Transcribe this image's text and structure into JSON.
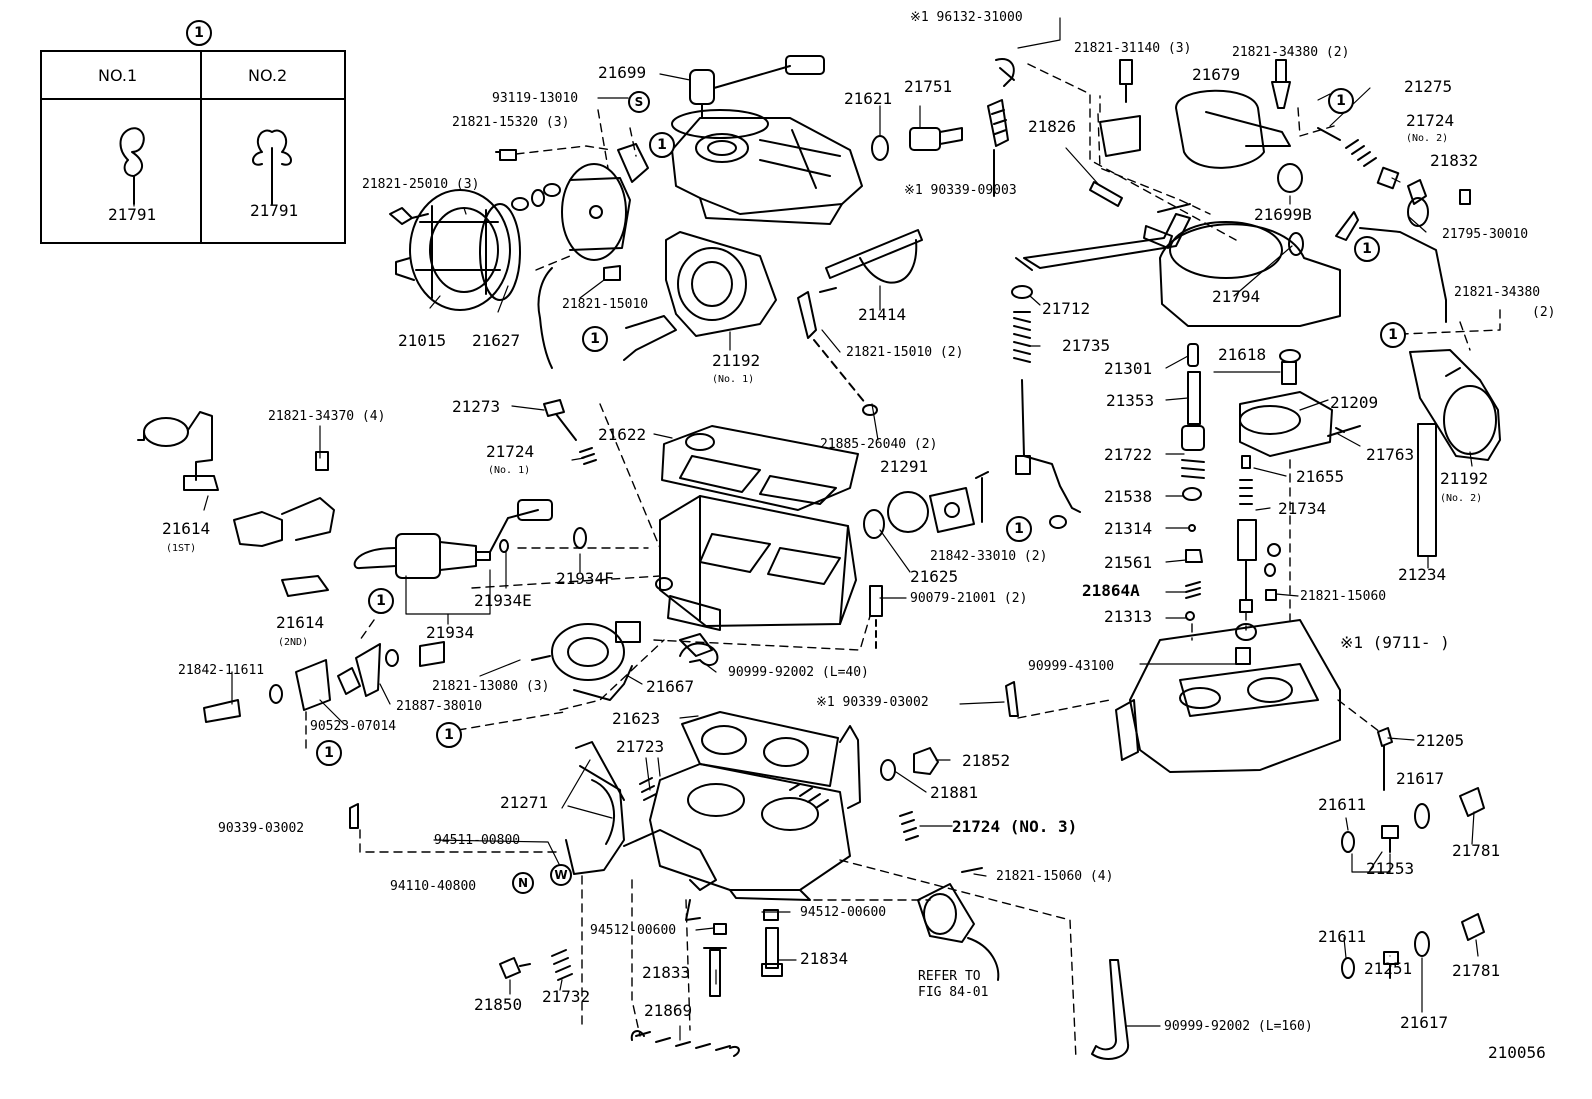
{
  "legend": {
    "marker": "1",
    "col1_header": "NO.1",
    "col2_header": "NO.2",
    "col1_part": "21791",
    "col2_part": "21791"
  },
  "markers": {
    "circle_one": "1",
    "s_mark": "S",
    "n_mark": "N",
    "w_mark": "W"
  },
  "note_mark": "※1 (9711-      )",
  "refer": [
    "REFER TO",
    "FIG 84-01"
  ],
  "figure_number": "210056",
  "labels": {
    "p96132": "※1 96132-31000",
    "p21699": "21699",
    "p93119": "93119-13010",
    "p21821_15320": "21821-15320 (3)",
    "p21621": "21621",
    "p21751": "21751",
    "p90339_09003": "※1 90339-09003",
    "p21821_31140": "21821-31140 (3)",
    "p21821_34380a": "21821-34380 (2)",
    "p21679": "21679",
    "p21275": "21275",
    "p21724_2": "21724",
    "p21724_2s": "(No. 2)",
    "p21832": "21832",
    "p21826": "21826",
    "p21699B": "21699B",
    "p21795": "21795-30010",
    "p21821_25010": "21821-25010 (3)",
    "p21821_15010": "21821-15010",
    "p21015": "21015",
    "p21627": "21627",
    "p21192a": "21192",
    "p21192as": "(No. 1)",
    "p21414": "21414",
    "p21821_15010_2": "21821-15010 (2)",
    "p21712": "21712",
    "p21794": "21794",
    "p21821_34380b": "21821-34380",
    "p21821_34380bs": "(2)",
    "p21735": "21735",
    "p21301": "21301",
    "p21618": "21618",
    "p21353": "21353",
    "p21209": "21209",
    "p21821_34370": "21821-34370 (4)",
    "p21273": "21273",
    "p21622": "21622",
    "p21885": "21885-26040 (2)",
    "p21722": "21722",
    "p21655": "21655",
    "p21763": "21763",
    "p21724_1": "21724",
    "p21724_1s": "(No. 1)",
    "p21291": "21291",
    "p21538": "21538",
    "p21734": "21734",
    "p21192b": "21192",
    "p21192bs": "(No. 2)",
    "p21614a": "21614",
    "p21614as": "(1ST)",
    "p21314": "21314",
    "p21842_33010": "21842-33010 (2)",
    "p21561": "21561",
    "p21234": "21234",
    "p21934F": "21934F",
    "p21625": "21625",
    "p21934E": "21934E",
    "p21864A": "21864A",
    "p21821_15060a": "21821-15060",
    "p90079": "90079-21001 (2)",
    "p21614b": "21614",
    "p21614bs": "(2ND)",
    "p21313": "21313",
    "p21934": "21934",
    "p90999_43100": "90999-43100",
    "p21842_11611": "21842-11611",
    "p90999_92002a": "90999-92002 (L=40)",
    "p21821_13080": "21821-13080 (3)",
    "p21667": "21667",
    "p21887": "21887-38010",
    "p90523": "90523-07014",
    "p90339_03002a": "※1 90339-03002",
    "p21623": "21623",
    "p21205": "21205",
    "p21723": "21723",
    "p21852": "21852",
    "p21617a": "21617",
    "p21881": "21881",
    "p21271": "21271",
    "p21611a": "21611",
    "p21781a": "21781",
    "p90339_03002b": "90339-03002",
    "p21724_3": "21724 (NO. 3)",
    "p94511": "94511-00800",
    "p21253": "21253",
    "p21821_15060b": "21821-15060 (4)",
    "p94110": "94110-40800",
    "p94512a": "94512-00600",
    "p94512b": "94512-00600",
    "p21611b": "21611",
    "p21834": "21834",
    "p21833": "21833",
    "p21251": "21251",
    "p21781b": "21781",
    "p21617b": "21617",
    "p21850": "21850",
    "p21732": "21732",
    "p21869": "21869",
    "p90999_92002b": "90999-92002 (L=160)"
  }
}
